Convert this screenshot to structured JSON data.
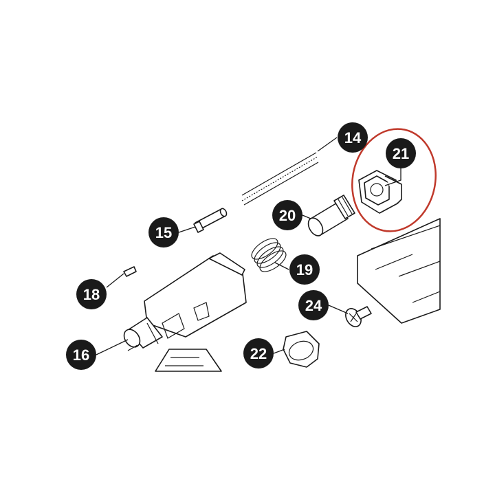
{
  "diagram": {
    "highlight_color": "#c0392b",
    "badge_color": "#1a1a1a",
    "callouts": [
      {
        "id": "14",
        "label": "14"
      },
      {
        "id": "15",
        "label": "15"
      },
      {
        "id": "16",
        "label": "16"
      },
      {
        "id": "18",
        "label": "18"
      },
      {
        "id": "19",
        "label": "19"
      },
      {
        "id": "20",
        "label": "20"
      },
      {
        "id": "21",
        "label": "21"
      },
      {
        "id": "22",
        "label": "22"
      },
      {
        "id": "24",
        "label": "24"
      }
    ],
    "highlighted_part": "21"
  }
}
